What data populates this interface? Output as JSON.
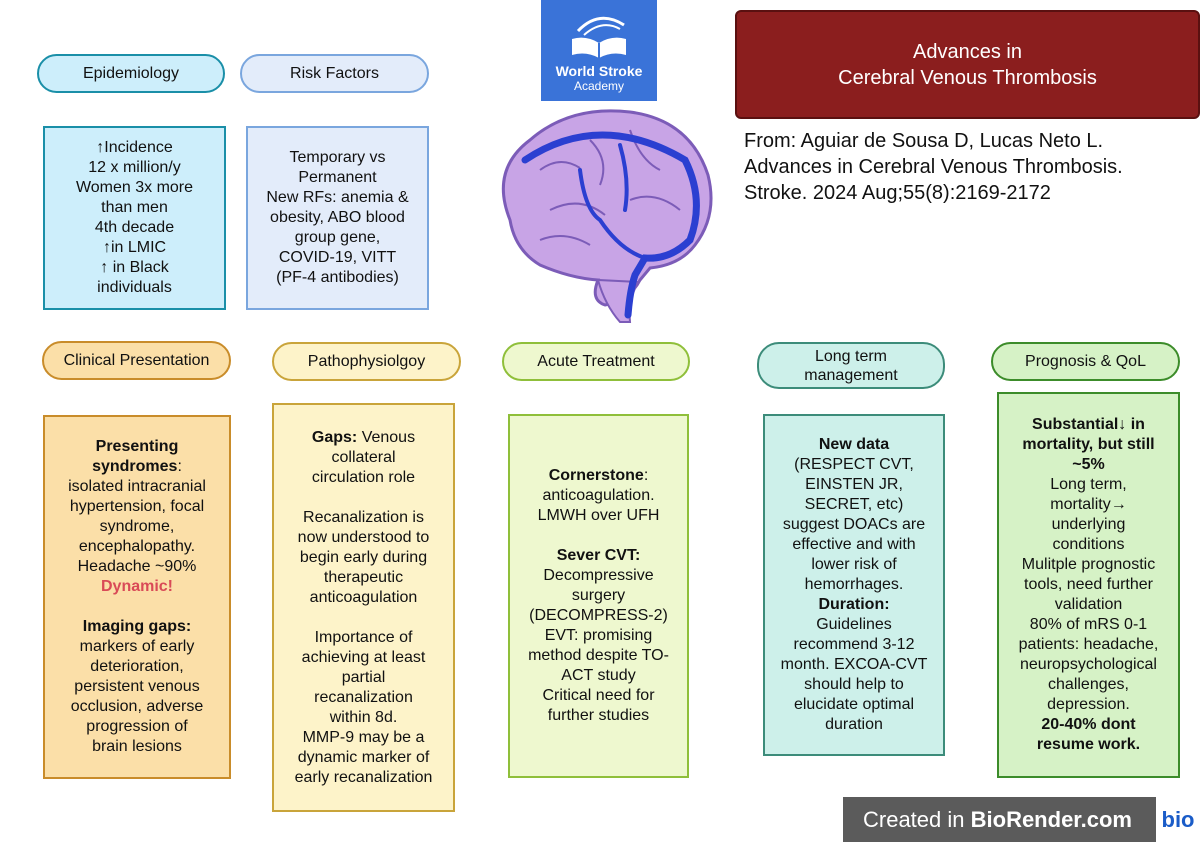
{
  "logo": {
    "line1": "World Stroke",
    "line2": "Academy"
  },
  "title": {
    "line1": "Advances in",
    "line2": "Cerebral Venous Thrombosis"
  },
  "citation": {
    "line1": "From: Aguiar de Sousa D, Lucas Neto L.",
    "line2": "Advances in Cerebral Venous Thrombosis.",
    "line3": "Stroke. 2024 Aug;55(8):2169-2172"
  },
  "epidemiology": {
    "header": "Epidemiology",
    "lines": [
      "↑Incidence",
      "12 x million/y",
      "Women 3x more",
      "than men",
      "4th decade",
      "↑in LMIC",
      "↑ in Black",
      "individuals"
    ]
  },
  "risk_factors": {
    "header": "Risk Factors",
    "lines": [
      "Temporary vs",
      "Permanent",
      "New RFs: anemia &",
      "obesity, ABO blood",
      "group gene,",
      "COVID-19, VITT",
      "(PF-4 antibodies)"
    ]
  },
  "clinical": {
    "header": "Clinical Presentation",
    "p1_bold1": "Presenting",
    "p1_bold2": "syndromes",
    "p1_colon": ":",
    "p1_lines": [
      "isolated intracranial",
      "hypertension, focal",
      "syndrome,",
      "encephalopathy.",
      "Headache ~90%"
    ],
    "p1_emph": "Dynamic!",
    "p2_bold": "Imaging gaps:",
    "p2_lines": [
      "markers of early",
      "deterioration,",
      "persistent venous",
      "occlusion, adverse",
      "progression of",
      "brain lesions"
    ]
  },
  "patho": {
    "header": "Pathophysiolgoy",
    "p1_bold": "Gaps:",
    "p1_first": " Venous",
    "p1_lines": [
      "collateral",
      "circulation role"
    ],
    "p2_lines": [
      "Recanalization is",
      "now understood to",
      "begin early during",
      "therapeutic",
      "anticoagulation"
    ],
    "p3_lines": [
      "Importance of",
      "achieving at least",
      "partial",
      "recanalization",
      "within 8d.",
      "MMP-9 may be a",
      "dynamic marker of",
      "early recanalization"
    ]
  },
  "acute": {
    "header": "Acute Treatment",
    "p1_bold": "Cornerstone",
    "p1_colon": ":",
    "p1_lines": [
      "anticoagulation.",
      "LMWH over UFH"
    ],
    "p2_bold": "Sever CVT:",
    "p2_lines": [
      "Decompressive",
      "surgery",
      "(DECOMPRESS-2)",
      "EVT: promising",
      "method despite TO-",
      "ACT study",
      "Critical need for",
      "further studies"
    ]
  },
  "longterm": {
    "header_line1": "Long term",
    "header_line2": "management",
    "p1_bold": "New data",
    "p1_lines": [
      "(RESPECT CVT,",
      "EINSTEN JR,",
      "SECRET, etc)",
      "suggest DOACs are",
      "effective and with",
      "lower risk of",
      "hemorrhages."
    ],
    "p2_bold": "Duration:",
    "p2_lines": [
      "Guidelines",
      "recommend 3-12",
      "month. EXCOA-CVT",
      "should help to",
      "elucidate optimal",
      "duration"
    ]
  },
  "prognosis": {
    "header": "Prognosis & QoL",
    "bold_lines": [
      "Substantial↓ in",
      "mortality, but still",
      "~5%"
    ],
    "lines": [
      "Long term,",
      "mortality→",
      "underlying",
      "conditions",
      "Mulitple prognostic",
      "tools, need further",
      "validation",
      "80% of mRS 0-1",
      "patients: headache,",
      "neuropsychological",
      "challenges,",
      "depression."
    ],
    "bold_end": [
      "20-40% dont",
      "resume work."
    ]
  },
  "footer": {
    "text_pre": "Created in ",
    "text_brand": "BioRender.com",
    "badge": "bio"
  },
  "colors": {
    "epi_fill": "#cdeefb",
    "epi_border": "#1a8fa8",
    "rf_fill": "#e3ecfa",
    "rf_border": "#7aa6de",
    "clin_fill": "#fbdfa8",
    "clin_border": "#c98c2a",
    "patho_fill": "#fdf3c9",
    "patho_border": "#c9a43a",
    "acute_fill": "#eef8cf",
    "acute_border": "#8fbf3a",
    "lt_fill": "#cdf0ea",
    "lt_border": "#3c8c7a",
    "prog_fill": "#d6f2c6",
    "prog_border": "#3c8c2a",
    "title_fill": "#8b1e1e",
    "accent_pink": "#d94a57"
  }
}
